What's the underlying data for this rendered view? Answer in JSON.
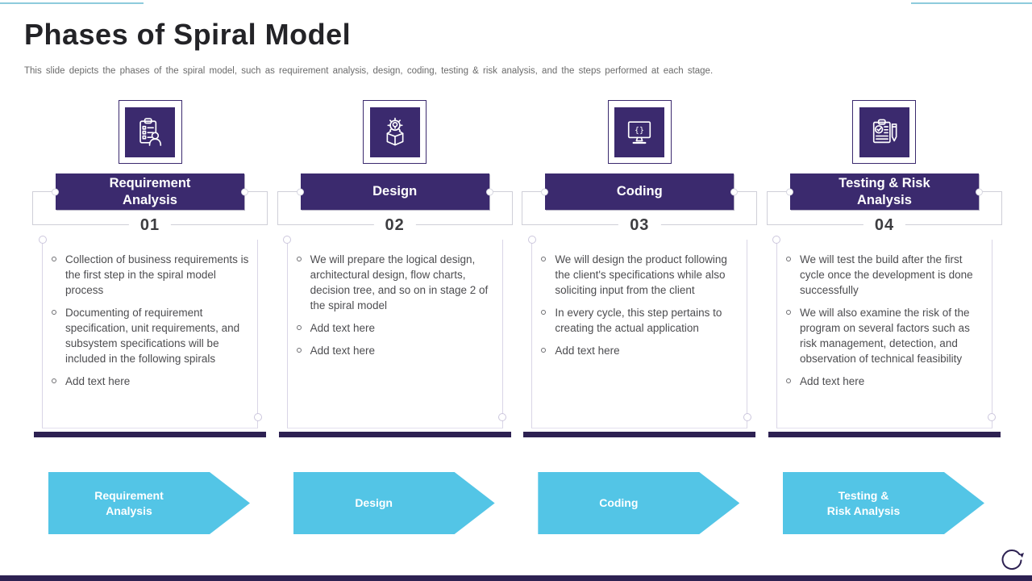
{
  "slide": {
    "title": "Phases of Spiral Model",
    "subtitle": "This slide depicts the phases of the spiral model, such as requirement analysis, design, coding, testing & risk analysis, and the steps performed at each stage."
  },
  "colors": {
    "accent_purple": "#3b2a6e",
    "dark_purple_bar": "#2d2152",
    "cyan_arrow": "#53c5e6",
    "teal_deco_line": "#8ecbdc"
  },
  "icons": [
    "clipboard-user-icon",
    "idea-box-icon",
    "code-monitor-icon",
    "test-report-pencil-icon",
    "loop-arrow-icon"
  ],
  "columns": [
    {
      "title": "Requirement\nAnalysis",
      "number": "01",
      "bullets": [
        "Collection of business requirements is the first step in the spiral model process",
        "Documenting of requirement specification, unit requirements, and subsystem specifications will be included in the following spirals",
        "Add text here"
      ],
      "arrow_label": "Requirement\nAnalysis"
    },
    {
      "title": "Design",
      "number": "02",
      "bullets": [
        "We will prepare the logical design, architectural design, flow charts, decision tree, and so on in stage 2 of the spiral model",
        "Add text here",
        "Add text here"
      ],
      "arrow_label": "Design"
    },
    {
      "title": "Coding",
      "number": "03",
      "bullets": [
        "We will design the product following the client's specifications while also soliciting input from the client",
        "In every cycle, this step pertains to creating the actual application",
        "Add text here"
      ],
      "arrow_label": "Coding"
    },
    {
      "title": "Testing & Risk\nAnalysis",
      "number": "04",
      "bullets": [
        "We will test the build after the first cycle once the development is done successfully",
        "We will also examine the risk of the program on several factors such as risk management, detection, and observation of technical feasibility",
        "Add text here"
      ],
      "arrow_label": "Testing &\nRisk Analysis"
    }
  ]
}
